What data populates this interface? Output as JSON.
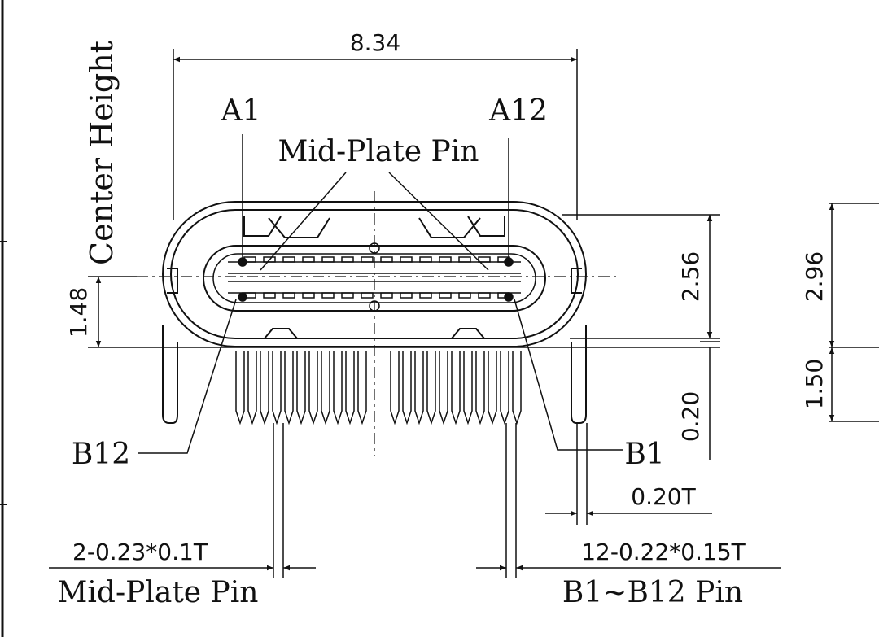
{
  "pin_labels": {
    "a1": "A1",
    "a12": "A12",
    "b1": "B1",
    "b12": "B12"
  },
  "callouts": {
    "mid_plate_top": "Mid-Plate Pin",
    "mid_plate_bottom": "Mid-Plate Pin",
    "b_pins": "B1~B12 Pin",
    "center_height": "Center Height"
  },
  "dimensions": {
    "overall_width": "8.34",
    "body_height": "2.56",
    "center_height": "1.48",
    "leg_length": "0.20",
    "pin_thickness": "0.20T",
    "mid_plate_spec": "2-0.23*0.1T",
    "b_pin_spec": "12-0.22*0.15T",
    "side_total": "2.96",
    "side_lower": "1.50"
  },
  "colors": {
    "ink": "#111111",
    "background": "#ffffff"
  }
}
